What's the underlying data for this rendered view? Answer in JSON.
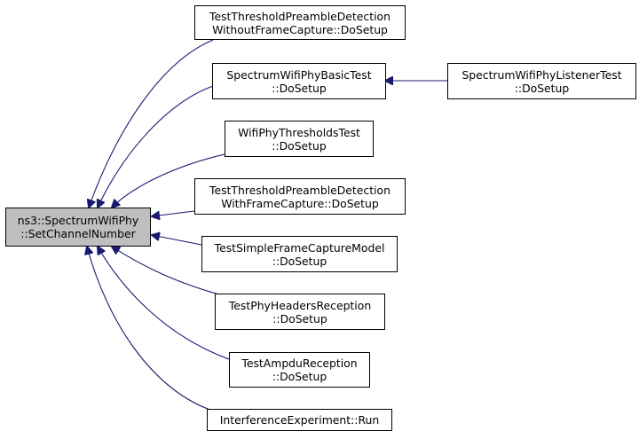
{
  "root": {
    "line1": "ns3::SpectrumWifiPhy",
    "line2": "::SetChannelNumber"
  },
  "callers": [
    {
      "line1": "TestThresholdPreambleDetection",
      "line2": "WithoutFrameCapture::DoSetup"
    },
    {
      "line1": "SpectrumWifiPhyBasicTest",
      "line2": "::DoSetup"
    },
    {
      "line1": "WifiPhyThresholdsTest",
      "line2": "::DoSetup"
    },
    {
      "line1": "TestThresholdPreambleDetection",
      "line2": "WithFrameCapture::DoSetup"
    },
    {
      "line1": "TestSimpleFrameCaptureModel",
      "line2": "::DoSetup"
    },
    {
      "line1": "TestPhyHeadersReception",
      "line2": "::DoSetup"
    },
    {
      "line1": "TestAmpduReception",
      "line2": "::DoSetup"
    },
    {
      "line1": "InterferenceExperiment::Run"
    }
  ],
  "second_level": {
    "line1": "SpectrumWifiPhyListenerTest",
    "line2": "::DoSetup"
  },
  "colors": {
    "edge": "#191970",
    "root_fill": "#bfbfbf",
    "node_border": "#000000"
  }
}
